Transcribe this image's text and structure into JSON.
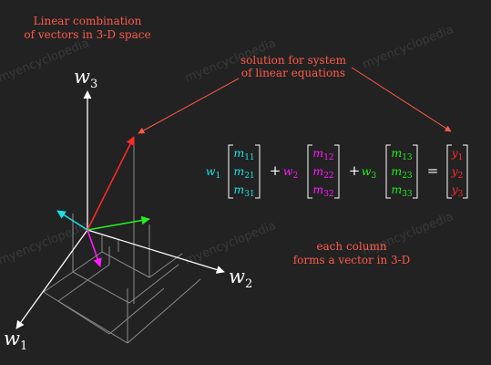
{
  "watermark": "myencyclopedia",
  "captions": {
    "linear_combination": [
      "Linear combination",
      "of vectors in 3-D space"
    ],
    "solution": [
      "solution for system",
      "of linear equations"
    ],
    "each_column": [
      "each column",
      "forms a vector in 3-D"
    ]
  },
  "axes": {
    "w1": {
      "base": "w",
      "sub": "1"
    },
    "w2": {
      "base": "w",
      "sub": "2"
    },
    "w3": {
      "base": "w",
      "sub": "3"
    }
  },
  "equation": {
    "weights": [
      {
        "base": "w",
        "sub": "1",
        "color": "#1ee0e0"
      },
      {
        "base": "w",
        "sub": "2",
        "color": "#ff1aff"
      },
      {
        "base": "w",
        "sub": "3",
        "color": "#22ee22"
      }
    ],
    "columns": [
      {
        "color": "#1ee0e0",
        "entries": [
          {
            "base": "m",
            "sub": "11"
          },
          {
            "base": "m",
            "sub": "21"
          },
          {
            "base": "m",
            "sub": "31"
          }
        ]
      },
      {
        "color": "#ff1aff",
        "entries": [
          {
            "base": "m",
            "sub": "12"
          },
          {
            "base": "m",
            "sub": "22"
          },
          {
            "base": "m",
            "sub": "32"
          }
        ]
      },
      {
        "color": "#22ee22",
        "entries": [
          {
            "base": "m",
            "sub": "13"
          },
          {
            "base": "m",
            "sub": "23"
          },
          {
            "base": "m",
            "sub": "33"
          }
        ]
      }
    ],
    "plus": "+",
    "equals": "=",
    "result": {
      "color": "#ff2a2a",
      "entries": [
        {
          "base": "y",
          "sub": "1"
        },
        {
          "base": "y",
          "sub": "2"
        },
        {
          "base": "y",
          "sub": "3"
        }
      ]
    }
  },
  "colors": {
    "background": "#222222",
    "caption": "#ff5a4a",
    "axis": "#ffffff",
    "grid": "#8a8a8a",
    "vector_column1": "#1ee0e0",
    "vector_column2": "#ff1aff",
    "vector_column3": "#22ee22",
    "vector_result": "#ff2a2a"
  }
}
